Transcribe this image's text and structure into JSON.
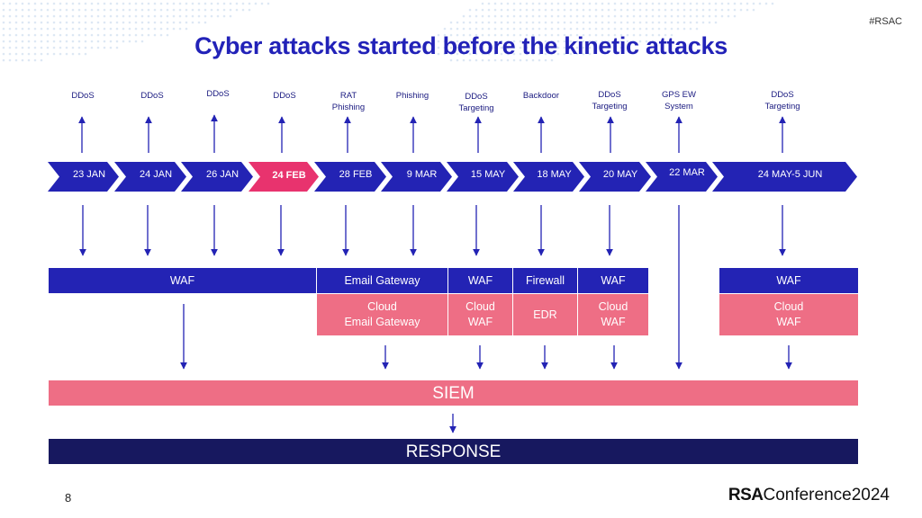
{
  "hashtag": "#RSAC",
  "title": "Cyber attacks started before the kinetic attacks",
  "attacks": [
    {
      "l1": "",
      "l2": "DDoS"
    },
    {
      "l1": "",
      "l2": "DDoS"
    },
    {
      "l1": "",
      "l2": "DDoS"
    },
    {
      "l1": "",
      "l2": "DDoS"
    },
    {
      "l1": "RAT",
      "l2": "Phishing"
    },
    {
      "l1": "",
      "l2": "Phishing"
    },
    {
      "l1": "DDoS",
      "l2": "Targeting"
    },
    {
      "l1": "",
      "l2": "Backdoor"
    },
    {
      "l1": "DDoS",
      "l2": "Targeting"
    },
    {
      "l1": "GPS EW",
      "l2": "System"
    },
    {
      "l1": "DDoS",
      "l2": "Targeting"
    }
  ],
  "dates": [
    "23 JAN",
    "24 JAN",
    "26 JAN",
    "24 FEB",
    "28 FEB",
    "9 MAR",
    "15 MAY",
    "18 MAY",
    "20 MAY",
    "22 MAR",
    "24 MAY-5 JUN"
  ],
  "defenses": {
    "waf1": "WAF",
    "email_gateway": "Email Gateway",
    "waf2": "WAF",
    "firewall": "Firewall",
    "waf3": "WAF",
    "waf4": "WAF",
    "cloud_email_1": "Cloud",
    "cloud_email_2": "Email Gateway",
    "cloud_waf2_1": "Cloud",
    "cloud_waf2_2": "WAF",
    "edr": "EDR",
    "cloud_waf3_1": "Cloud",
    "cloud_waf3_2": "WAF",
    "cloud_waf4_1": "Cloud",
    "cloud_waf4_2": "WAF"
  },
  "siem": "SIEM",
  "response": "RESPONSE",
  "page_number": "8",
  "logo": {
    "bold": "RSA",
    "rest": "Conference",
    "year": "2024"
  },
  "colors": {
    "blue": "#2323b4",
    "navy": "#17185f",
    "pink": "#ee6e85",
    "highlight": "#e8336e"
  }
}
